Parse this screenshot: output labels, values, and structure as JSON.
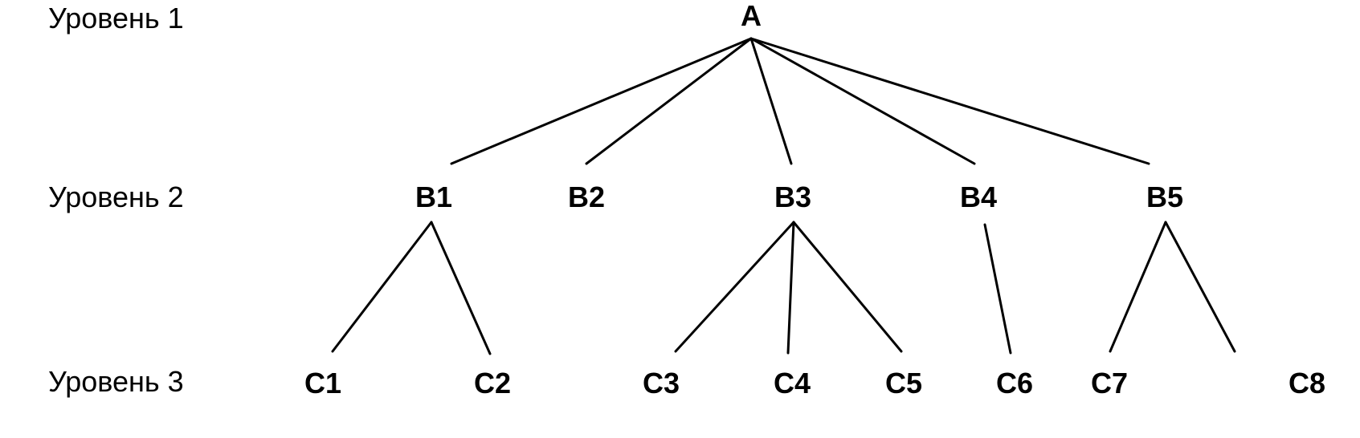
{
  "levels": [
    {
      "label": "Уровень 1"
    },
    {
      "label": "Уровень 2"
    },
    {
      "label": "Уровень 3"
    }
  ],
  "nodes": {
    "a": {
      "label": "A"
    },
    "b1": {
      "label": "B1"
    },
    "b2": {
      "label": "B2"
    },
    "b3": {
      "label": "B3"
    },
    "b4": {
      "label": "B4"
    },
    "b5": {
      "label": "B5"
    },
    "c1": {
      "label": "C1"
    },
    "c2": {
      "label": "C2"
    },
    "c3": {
      "label": "C3"
    },
    "c4": {
      "label": "C4"
    },
    "c5": {
      "label": "C5"
    },
    "c6": {
      "label": "C6"
    },
    "c7": {
      "label": "C7"
    },
    "c8": {
      "label": "C8"
    }
  },
  "edges": [
    {
      "from": "a",
      "to": "b1"
    },
    {
      "from": "a",
      "to": "b2"
    },
    {
      "from": "a",
      "to": "b3"
    },
    {
      "from": "a",
      "to": "b4"
    },
    {
      "from": "a",
      "to": "b5"
    },
    {
      "from": "b1",
      "to": "c1"
    },
    {
      "from": "b1",
      "to": "c2"
    },
    {
      "from": "b3",
      "to": "c3"
    },
    {
      "from": "b3",
      "to": "c4"
    },
    {
      "from": "b3",
      "to": "c5"
    },
    {
      "from": "b4",
      "to": "c6"
    },
    {
      "from": "b5",
      "to": "c7"
    },
    {
      "from": "b5",
      "to": "c8"
    }
  ]
}
